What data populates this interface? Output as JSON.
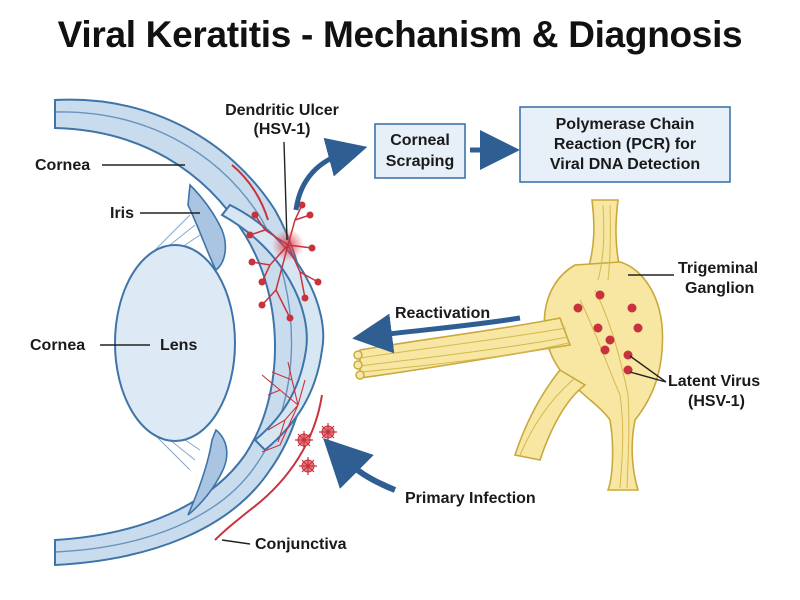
{
  "title": "Viral Keratitis - Mechanism & Diagnosis",
  "labels": {
    "dendritic_ulcer": [
      "Dendritic Ulcer",
      "(HSV-1)"
    ],
    "cornea_top": "Cornea",
    "iris": "Iris",
    "cornea_left": "Cornea",
    "lens": "Lens",
    "conjunctiva": "Conjunctiva",
    "reactivation": "Reactivation",
    "primary_infection": "Primary Infection",
    "trigeminal_ganglion": [
      "Trigeminal",
      "Ganglion"
    ],
    "latent_virus": [
      "Latent Virus",
      "(HSV-1)"
    ]
  },
  "boxes": {
    "corneal_scraping": [
      "Corneal",
      "Scraping"
    ],
    "pcr": [
      "Polymerase Chain",
      "Reaction (PCR) for",
      "Viral DNA Detection"
    ]
  },
  "colors": {
    "eye_outline": "#3f74a8",
    "eye_fill": "#c9dcee",
    "lens_fill": "#dde9f5",
    "nerve_fill": "#f7e7a3",
    "nerve_stroke": "#c9a93c",
    "virus_red": "#c8323c",
    "arrow_blue": "#2f5f92",
    "box_fill": "#e7f0f8"
  }
}
